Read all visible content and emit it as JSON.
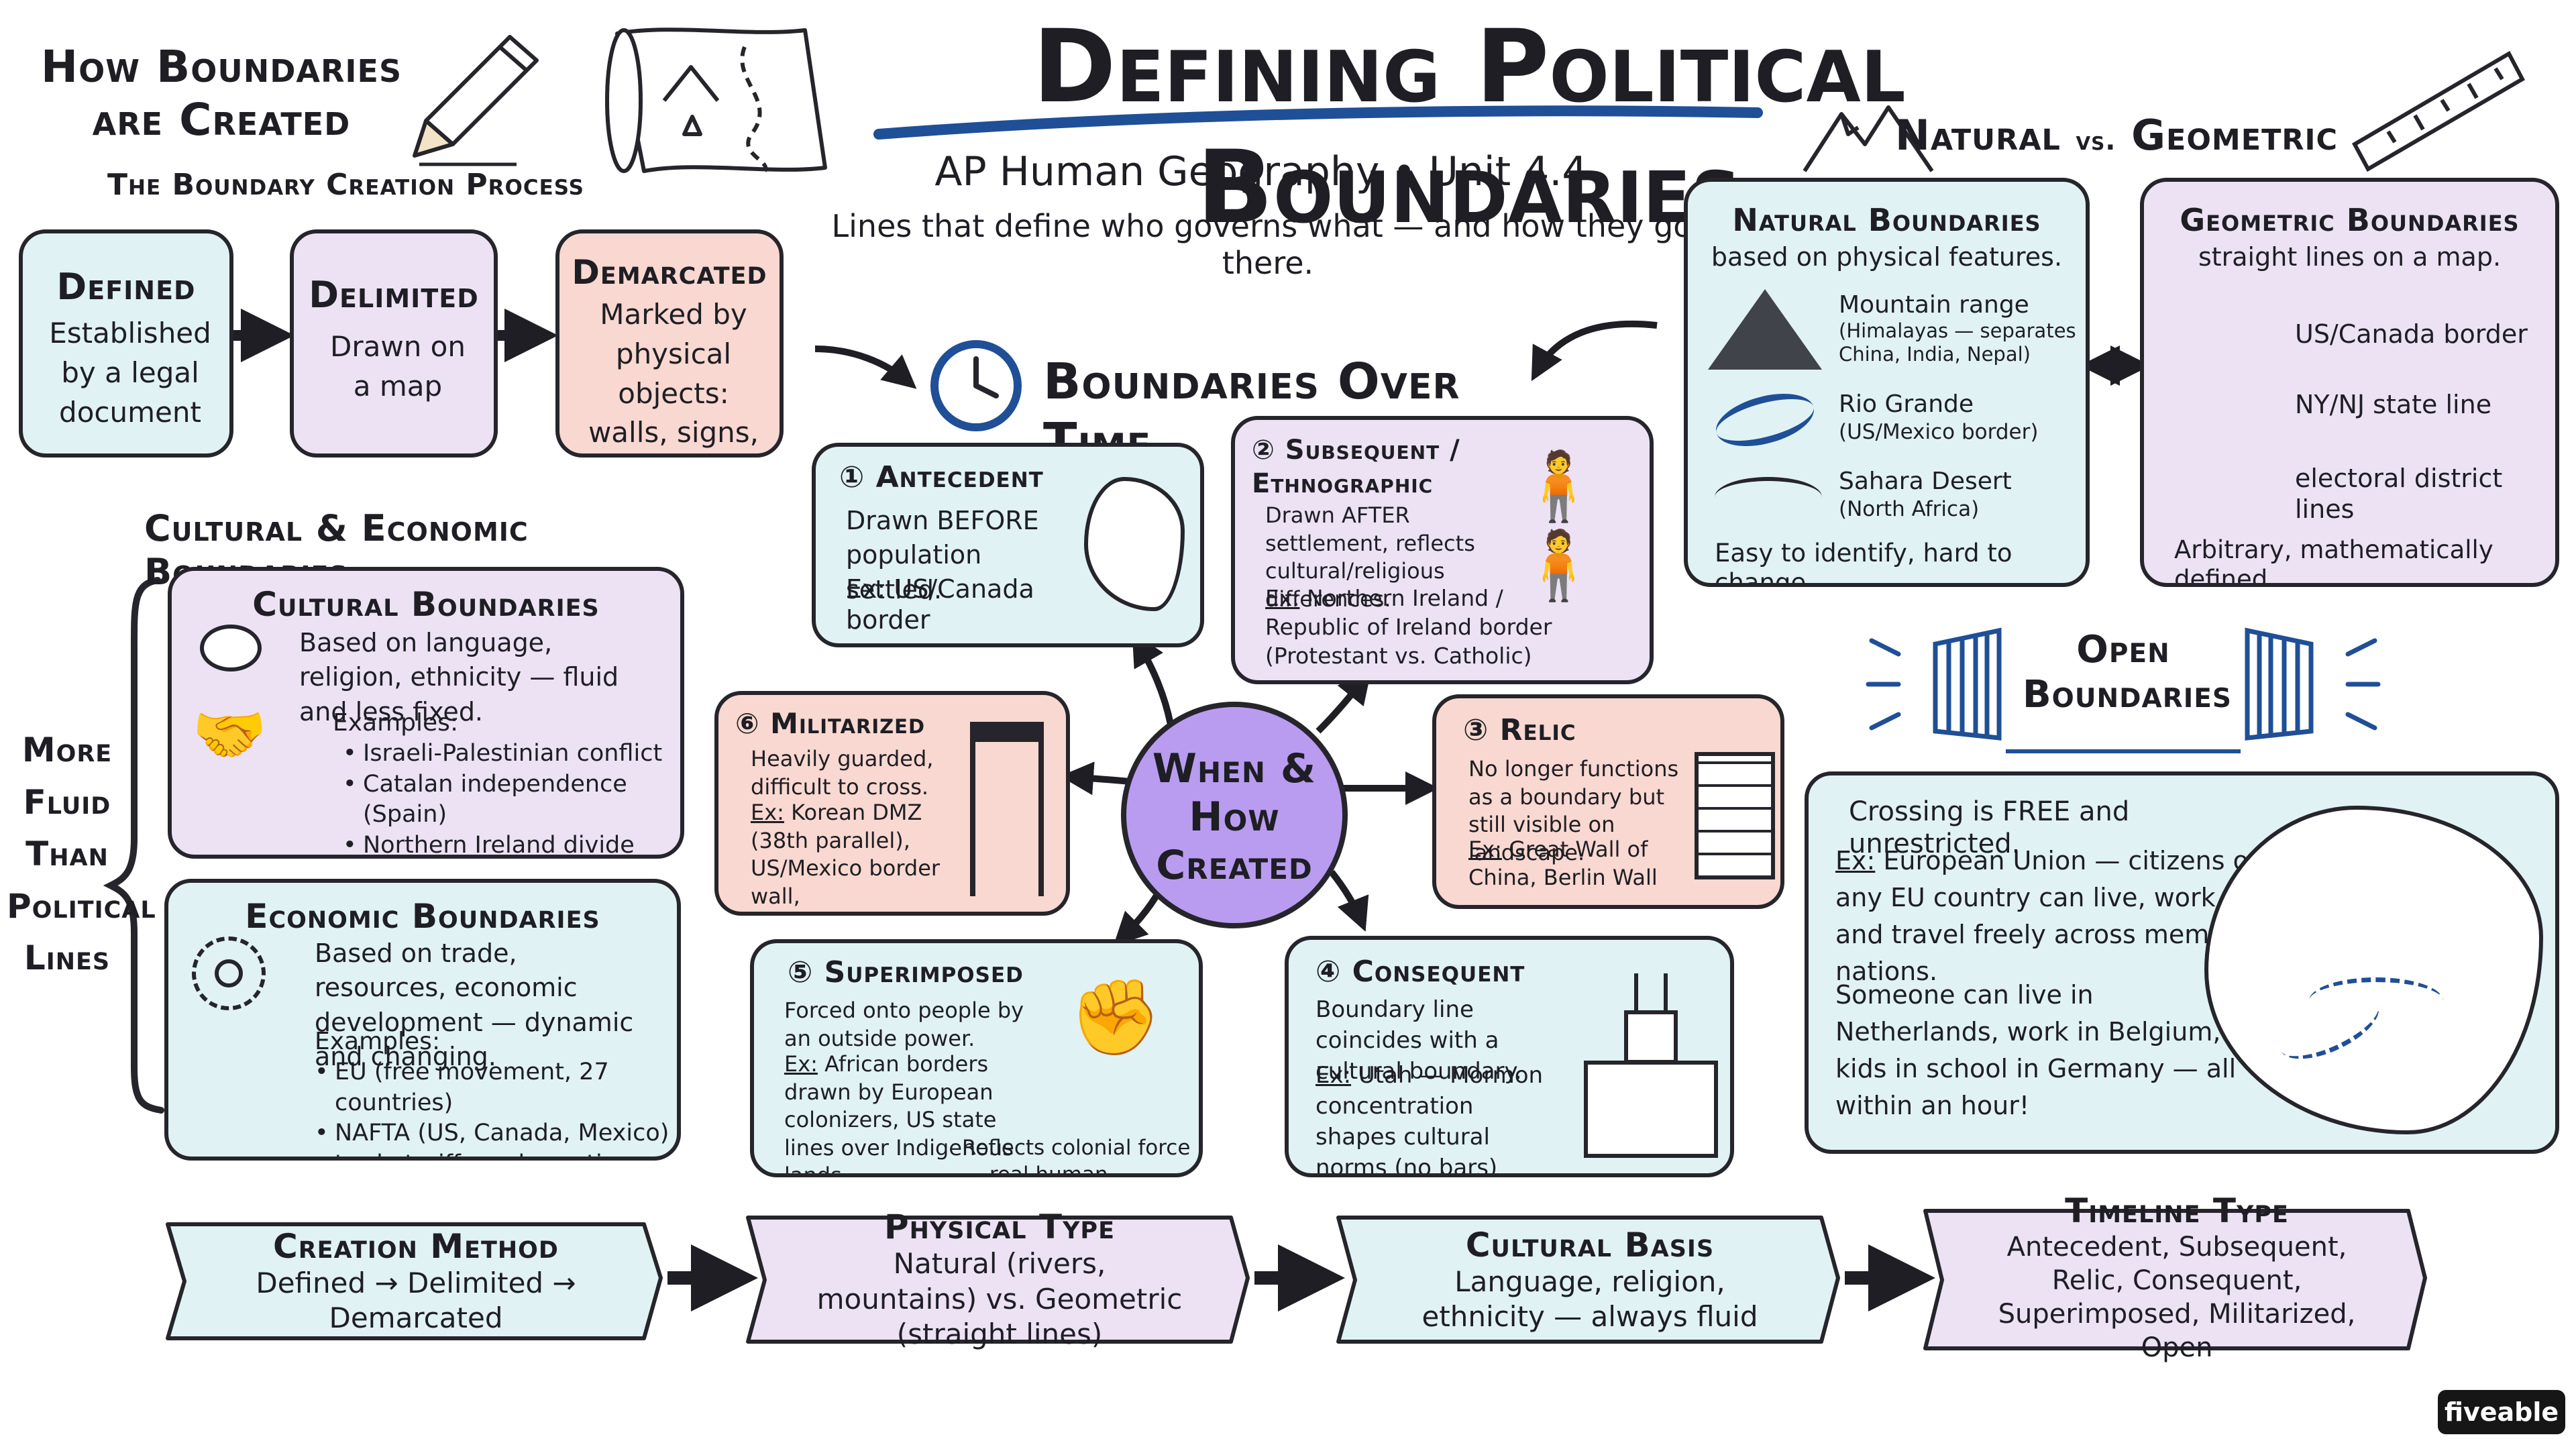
{
  "title": "Defining Political Boundaries",
  "subtitle": "AP Human Geography • Unit 4.4",
  "tagline": "Lines that define who governs what — and how they got there.",
  "how_created": {
    "heading": "How Boundaries are Created",
    "subheading": "The Boundary Creation Process",
    "steps": [
      {
        "title": "Defined",
        "desc": "Established by a legal document"
      },
      {
        "title": "Delimited",
        "desc": "Drawn on a map"
      },
      {
        "title": "Demarcated",
        "desc": "Marked by physical objects: walls, signs, fences"
      }
    ]
  },
  "cultural_economic": {
    "heading": "Cultural & Economic Boundaries",
    "side_label": "More Fluid Than Political Lines",
    "cultural": {
      "title": "Cultural Boundaries",
      "desc": "Based on language, religion, ethnicity — fluid and less fixed.",
      "examples_label": "Examples:",
      "examples": [
        "Israeli-Palestinian conflict",
        "Catalan independence (Spain)",
        "Northern Ireland divide (Protestant vs. Catholic)"
      ]
    },
    "economic": {
      "title": "Economic Boundaries",
      "desc": "Based on trade, resources, economic development — dynamic and changing.",
      "examples_label": "Examples:",
      "examples": [
        "EU (free movement, 27 countries)",
        "NAFTA (US, Canada, Mexico)",
        "trade tariffs and sanctions"
      ]
    }
  },
  "over_time": {
    "heading": "Boundaries Over Time",
    "center": "When & How Created",
    "types": {
      "antecedent": {
        "title": "① Antecedent",
        "desc": "Drawn BEFORE population settled.",
        "ex_label": "Ex:",
        "ex": "US/Canada border"
      },
      "subsequent": {
        "title": "② Subsequent / Ethnographic",
        "desc": "Drawn AFTER settlement, reflects cultural/religious differences.",
        "ex_label": "Ex:",
        "ex": "Northern Ireland / Republic of Ireland border (Protestant vs. Catholic)"
      },
      "relic": {
        "title": "③ Relic",
        "desc": "No longer functions as a boundary but still visible on landscape.",
        "ex_label": "Ex:",
        "ex": "Great Wall of China, Berlin Wall"
      },
      "consequent": {
        "title": "④ Consequent",
        "desc": "Boundary line coincides with a cultural boundary.",
        "ex_label": "Ex:",
        "ex": "Utah — Mormon concentration shapes cultural norms (no bars)"
      },
      "superimposed": {
        "title": "⑤ Superimposed",
        "desc": "Forced onto people by an outside power.",
        "ex_label": "Ex:",
        "ex": "African borders drawn by European colonizers, US state lines over Indigenous lands",
        "note": "Reflects colonial force — real human consequences"
      },
      "militarized": {
        "title": "⑥ Militarized",
        "desc": "Heavily guarded, difficult to cross.",
        "ex_label": "Ex:",
        "ex": "Korean DMZ (38th parallel), US/Mexico border wall, India/Pakistan border"
      }
    }
  },
  "natural_geometric": {
    "heading": "Natural",
    "vs": "vs.",
    "heading2": "Geometric",
    "natural": {
      "title": "Natural Boundaries",
      "sub": "based on physical features.",
      "items": [
        {
          "name": "Mountain range",
          "detail": "(Himalayas — separates China, India, Nepal)"
        },
        {
          "name": "Rio Grande",
          "detail": "(US/Mexico border)"
        },
        {
          "name": "Sahara Desert",
          "detail": "(North Africa)"
        }
      ],
      "footer": "Easy to identify, hard to change"
    },
    "geometric": {
      "title": "Geometric Boundaries",
      "sub": "straight lines on a map.",
      "items": [
        "US/Canada border",
        "NY/NJ state line",
        "electoral district lines"
      ],
      "footer": "Arbitrary, mathematically defined"
    }
  },
  "open": {
    "heading": "Open Boundaries",
    "lead": "Crossing is FREE and unrestricted.",
    "ex_label": "Ex:",
    "ex": "European Union — citizens of any EU country can live, work, and travel freely across member nations.",
    "example2": "Someone can live in Netherlands, work in Belgium, kids in school in Germany — all within an hour!"
  },
  "summary": [
    {
      "title": "Creation Method",
      "text": "Defined → Delimited → Demarcated"
    },
    {
      "title": "Physical Type",
      "text": "Natural (rivers, mountains) vs. Geometric (straight lines)"
    },
    {
      "title": "Cultural Basis",
      "text": "Language, religion, ethnicity — always fluid"
    },
    {
      "title": "Timeline Type",
      "text": "Antecedent, Subsequent, Relic, Consequent, Superimposed, Militarized, Open"
    }
  ],
  "logo": "fiveable",
  "colors": {
    "blue_box": "#e0f2f4",
    "purple_box": "#ece2f4",
    "salmon_box": "#f8d8d0",
    "accent_blue": "#1f4f96",
    "center_purple": "#b99cf0",
    "ink": "#25252b"
  }
}
